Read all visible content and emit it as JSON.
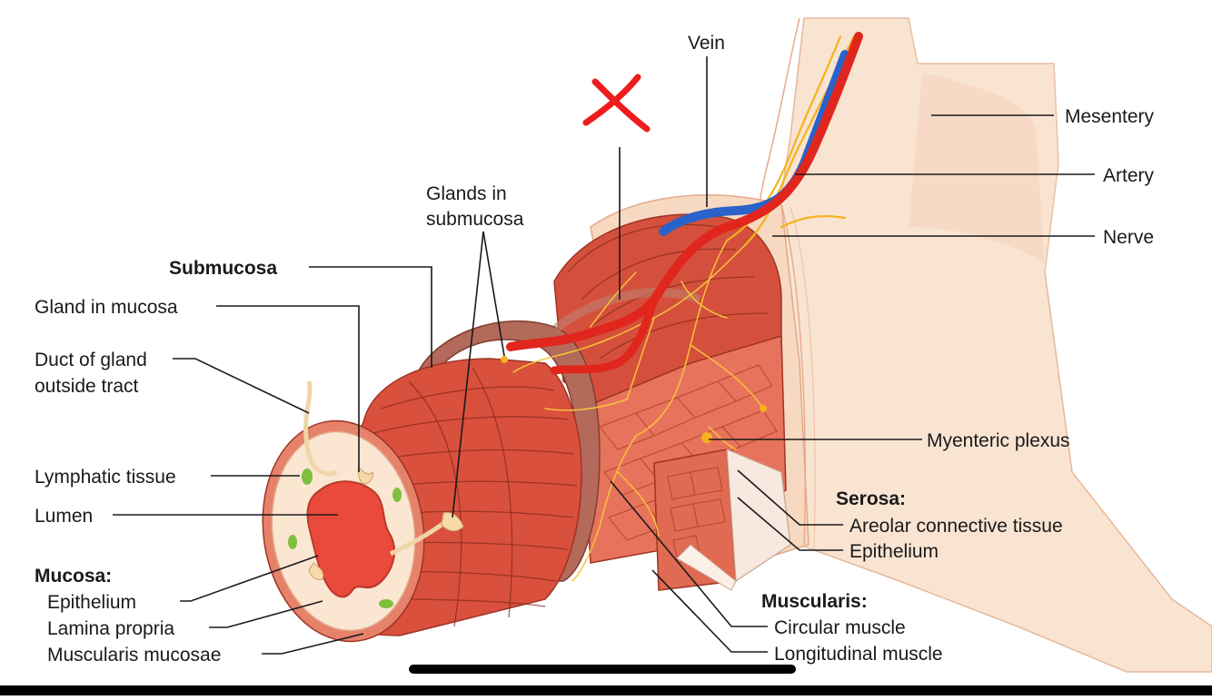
{
  "labels": {
    "vein": "Vein",
    "mesentery": "Mesentery",
    "artery": "Artery",
    "nerve": "Nerve",
    "glands_in_submucosa_line1": "Glands in",
    "glands_in_submucosa_line2": "submucosa",
    "submucosa": "Submucosa",
    "gland_in_mucosa": "Gland in mucosa",
    "duct_line1": "Duct of gland",
    "duct_line2": "outside tract",
    "myenteric_plexus": "Myenteric plexus",
    "serosa": "Serosa:",
    "areolar_connective_tissue": "Areolar connective tissue",
    "serosa_epithelium": "Epithelium",
    "lymphatic_tissue": "Lymphatic tissue",
    "lumen": "Lumen",
    "mucosa": "Mucosa:",
    "mucosa_epithelium": "Epithelium",
    "lamina_propria": "Lamina propria",
    "muscularis_mucosae": "Muscularis mucosae",
    "muscularis": "Muscularis:",
    "circular_muscle": "Circular muscle",
    "longitudinal_muscle": "Longitudinal muscle"
  },
  "annotation": {
    "mark": "X"
  },
  "colors": {
    "muscle": "#d9503c",
    "muscle_dark": "#b8402e",
    "mucosa": "#fbe6d2",
    "lumen": "#e94a3b",
    "mesentery": "#f7dcc6",
    "serosa": "#f3cfb6",
    "artery": "#e0261d",
    "vein": "#2a62c9",
    "nerve": "#f5b21b",
    "lymph": "#7fbf3f",
    "annotation": "#ee1c1c"
  }
}
